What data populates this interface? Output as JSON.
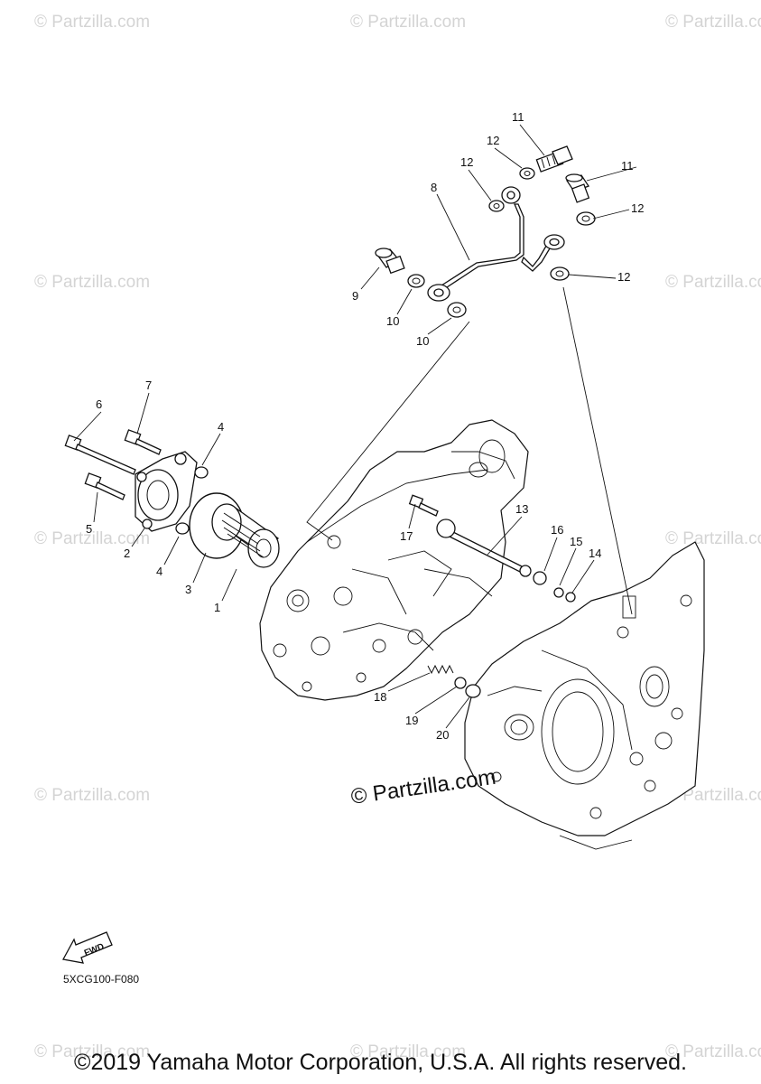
{
  "watermark_text": "© Partzilla.com",
  "main_watermark_text": "© Partzilla.com",
  "diagram_code": "5XCG100-F080",
  "fwd_label": "FWD",
  "copyright": "©2019 Yamaha Motor Corporation, U.S.A. All rights reserved.",
  "callouts": {
    "c1": "1",
    "c2": "2",
    "c3": "3",
    "c4a": "4",
    "c4b": "4",
    "c5": "5",
    "c6": "6",
    "c7": "7",
    "c8": "8",
    "c9": "9",
    "c10a": "10",
    "c10b": "10",
    "c11a": "11",
    "c11b": "11",
    "c12a": "12",
    "c12b": "12",
    "c12c": "12",
    "c12d": "12",
    "c13": "13",
    "c14": "14",
    "c15": "15",
    "c16": "16",
    "c17": "17",
    "c18": "18",
    "c19": "19",
    "c20": "20"
  }
}
